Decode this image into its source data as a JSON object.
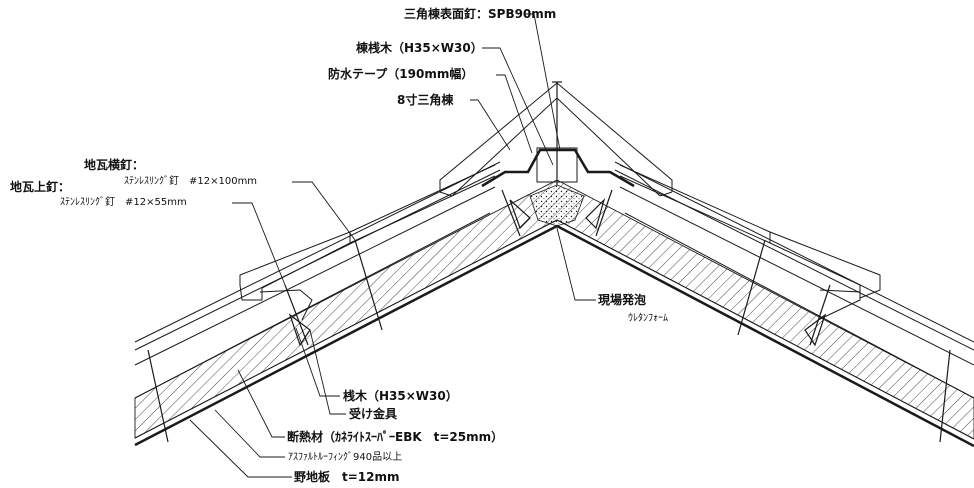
{
  "labels": {
    "ridge_nail": "三角棟表面釘：SPB90mm",
    "ridge_batten": "棟桟木（H35×W30）",
    "waterproof_tape": "防水テープ（190mm幅）",
    "ridge_8sun": "8寸三角棟",
    "jigawara_yoko_title": "地瓦横釘：",
    "jigawara_yoko_spec": "ｽﾃﾝﾚｽﾘﾝｸﾞ釘　#12×100mm",
    "jigawara_ue_title": "地瓦上釘：",
    "jigawara_ue_spec": "ｽﾃﾝﾚｽﾘﾝｸﾞ釘　#12×55mm",
    "foam_title": "現場発泡",
    "foam_sub": "ｳﾚﾀﾝﾌｫｰﾑ",
    "sangi": "桟木（H35×W30）",
    "bracket": "受け金具",
    "insulation": "断熱材（ｶﾈﾗｲﾄｽｰﾊﾟｰEBK　t=25mm）",
    "asphalt": "ｱｽﾌｧﾙﾄﾙｰﾌｨﾝｸﾞ940品以上",
    "sheathing": "野地板　t=12mm"
  },
  "colors": {
    "line": "#1a1a1a",
    "background": "#ffffff"
  }
}
